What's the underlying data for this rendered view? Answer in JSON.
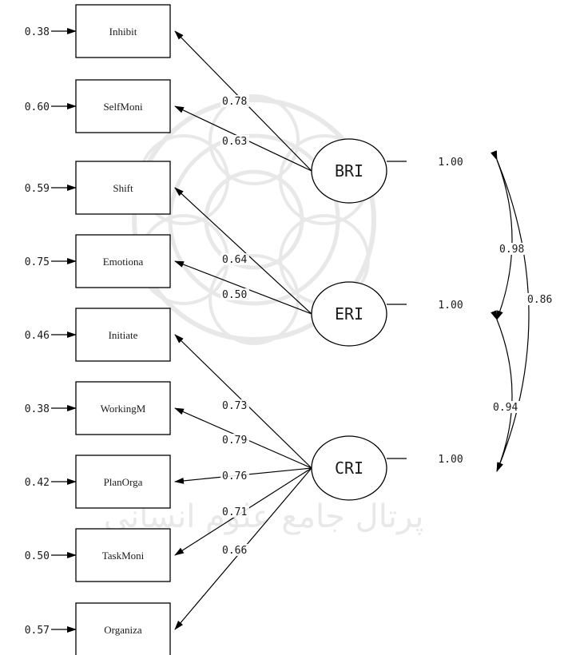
{
  "diagram": {
    "colors": {
      "line": "#000000",
      "text": "#1a1a1a",
      "watermark": "#d9d9d9",
      "background": "#ffffff"
    },
    "observed": [
      {
        "id": "inhibit",
        "label": "Inhibit",
        "error": "0.38"
      },
      {
        "id": "selfmoni",
        "label": "SelfMoni",
        "error": "0.60"
      },
      {
        "id": "shift",
        "label": "Shift",
        "error": "0.59"
      },
      {
        "id": "emotiona",
        "label": "Emotiona",
        "error": "0.75"
      },
      {
        "id": "initiate",
        "label": "Initiate",
        "error": "0.46"
      },
      {
        "id": "workingm",
        "label": "WorkingM",
        "error": "0.38"
      },
      {
        "id": "planorga",
        "label": "PlanOrga",
        "error": "0.42"
      },
      {
        "id": "taskmoni",
        "label": "TaskMoni",
        "error": "0.50"
      },
      {
        "id": "organiza",
        "label": "Organiza",
        "error": "0.57"
      }
    ],
    "latent": [
      {
        "id": "bri",
        "label": "BRI",
        "variance": "1.00"
      },
      {
        "id": "eri",
        "label": "ERI",
        "variance": "1.00"
      },
      {
        "id": "cri",
        "label": "CRI",
        "variance": "1.00"
      }
    ],
    "loadings": [
      {
        "from": "bri",
        "to": "inhibit",
        "value": "0.78"
      },
      {
        "from": "bri",
        "to": "selfmoni",
        "value": "0.63"
      },
      {
        "from": "eri",
        "to": "shift",
        "value": "0.64"
      },
      {
        "from": "eri",
        "to": "emotiona",
        "value": "0.50"
      },
      {
        "from": "cri",
        "to": "initiate",
        "value": "0.73"
      },
      {
        "from": "cri",
        "to": "workingm",
        "value": "0.79"
      },
      {
        "from": "cri",
        "to": "planorga",
        "value": "0.76"
      },
      {
        "from": "cri",
        "to": "taskmoni",
        "value": "0.71"
      },
      {
        "from": "cri",
        "to": "organiza",
        "value": "0.66"
      }
    ],
    "correlations": [
      {
        "between": [
          "bri",
          "eri"
        ],
        "value": "0.98"
      },
      {
        "between": [
          "eri",
          "cri"
        ],
        "value": "0.94"
      },
      {
        "between": [
          "bri",
          "cri"
        ],
        "value": "0.86"
      }
    ],
    "watermark_text": "پرتال جامع علوم انسانی"
  }
}
